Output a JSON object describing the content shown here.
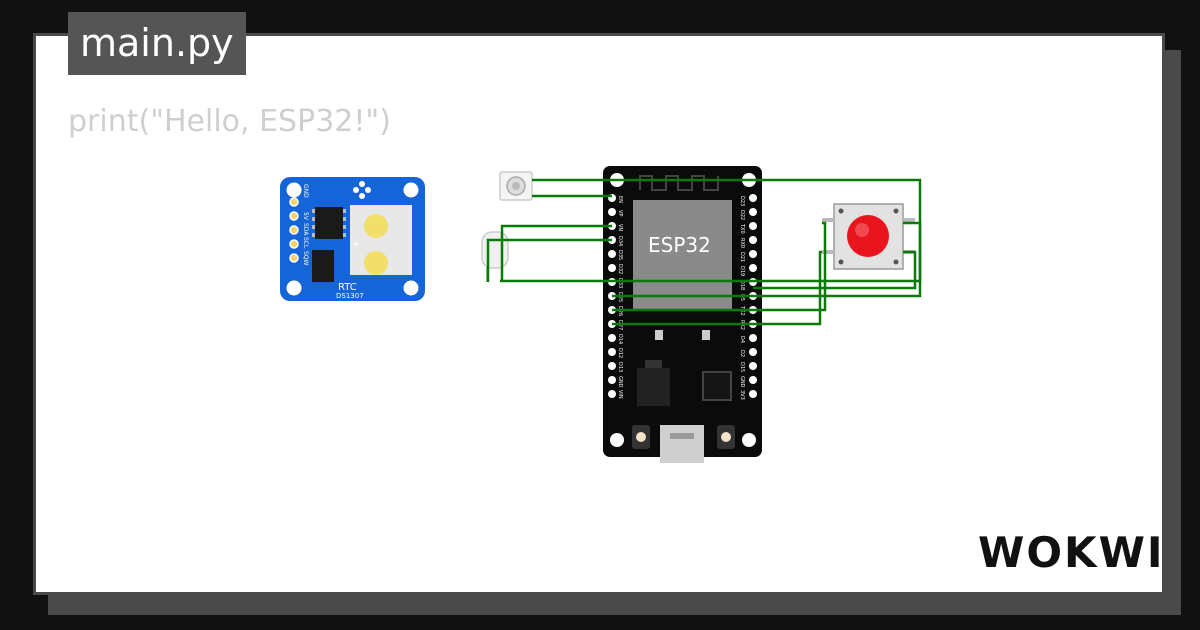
{
  "editor": {
    "file_tab": "main.py",
    "code_preview": "print(\"Hello, ESP32!\")"
  },
  "rtc_module": {
    "label": "RTC",
    "model": "DS1307",
    "pins": [
      "GND",
      "5V",
      "SDA",
      "SCL",
      "SQW"
    ]
  },
  "esp32": {
    "label": "ESP32",
    "left_pins": [
      "EN",
      "VP",
      "VN",
      "D34",
      "D35",
      "D32",
      "D33",
      "D25",
      "D26",
      "D27",
      "D14",
      "D12",
      "D13",
      "GND",
      "VIN"
    ],
    "right_pins": [
      "D23",
      "D22",
      "TX0",
      "RX0",
      "D21",
      "D19",
      "D18",
      "D5",
      "TX2",
      "RX2",
      "D4",
      "D2",
      "D15",
      "GND",
      "3V3"
    ]
  },
  "pushbutton": {
    "color": "#e8161c"
  },
  "brand": {
    "logo_text": "WOKWI"
  },
  "colors": {
    "wire": "#0a7a0a",
    "board_black": "#0b0b0b",
    "rtc_blue": "#1565d8",
    "chip_gray": "#8a8a8a"
  }
}
